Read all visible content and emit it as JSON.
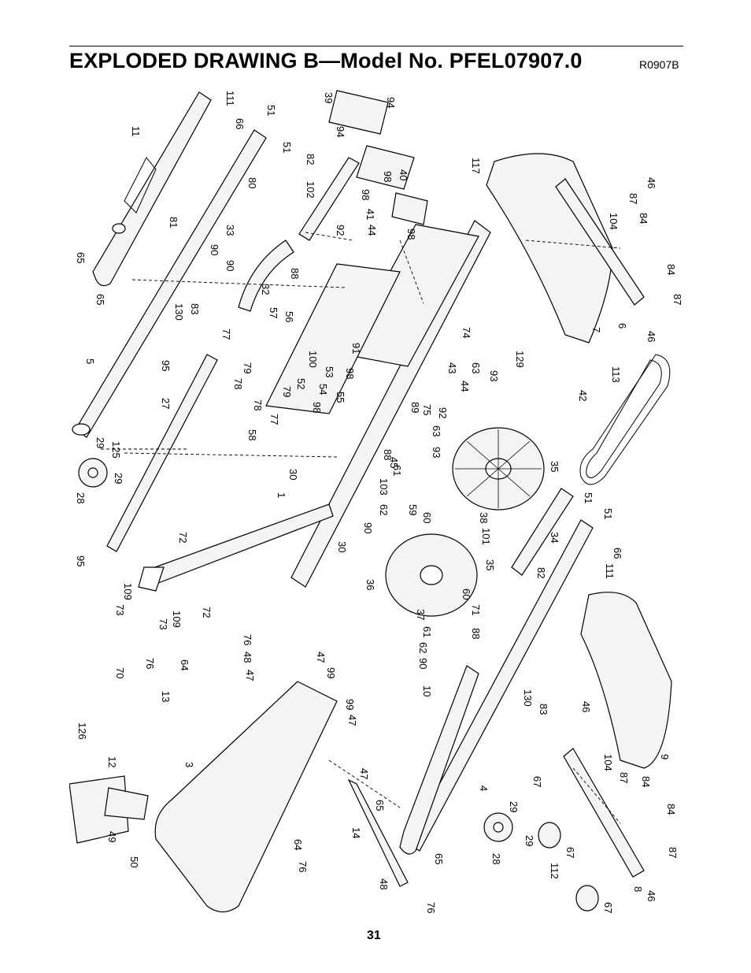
{
  "header": {
    "title": "EXPLODED DRAWING B—Model No. PFEL07907.0",
    "drawing_code": "R0907B"
  },
  "footer": {
    "page_number": "31"
  },
  "callouts": [
    "111",
    "66",
    "51",
    "51",
    "11",
    "65",
    "65",
    "81",
    "90",
    "90",
    "33",
    "80",
    "82",
    "102",
    "39",
    "94",
    "94",
    "40",
    "98",
    "98",
    "41",
    "92",
    "44",
    "98",
    "117",
    "46",
    "87",
    "104",
    "84",
    "84",
    "87",
    "6",
    "7",
    "46",
    "32",
    "88",
    "57",
    "56",
    "77",
    "130",
    "83",
    "95",
    "5",
    "27",
    "79",
    "78",
    "79",
    "52",
    "100",
    "91",
    "53",
    "98",
    "54",
    "55",
    "98",
    "78",
    "77",
    "58",
    "74",
    "43",
    "63",
    "93",
    "44",
    "92",
    "63",
    "75",
    "89",
    "93",
    "45",
    "129",
    "42",
    "113",
    "29",
    "125",
    "28",
    "29",
    "30",
    "1",
    "88",
    "61",
    "103",
    "62",
    "90",
    "59",
    "60",
    "38",
    "35",
    "51",
    "101",
    "34",
    "35",
    "82",
    "51",
    "66",
    "111",
    "30",
    "72",
    "95",
    "109",
    "73",
    "72",
    "109",
    "73",
    "70",
    "36",
    "37",
    "60",
    "61",
    "71",
    "62",
    "88",
    "90",
    "76",
    "48",
    "47",
    "47",
    "99",
    "64",
    "76",
    "13",
    "99",
    "47",
    "10",
    "130",
    "83",
    "46",
    "9",
    "126",
    "12",
    "3",
    "104",
    "87",
    "84",
    "67",
    "4",
    "47",
    "65",
    "29",
    "28",
    "29",
    "84",
    "87",
    "67",
    "112",
    "8",
    "46",
    "49",
    "50",
    "14",
    "65",
    "64",
    "76",
    "48",
    "76",
    "67"
  ]
}
